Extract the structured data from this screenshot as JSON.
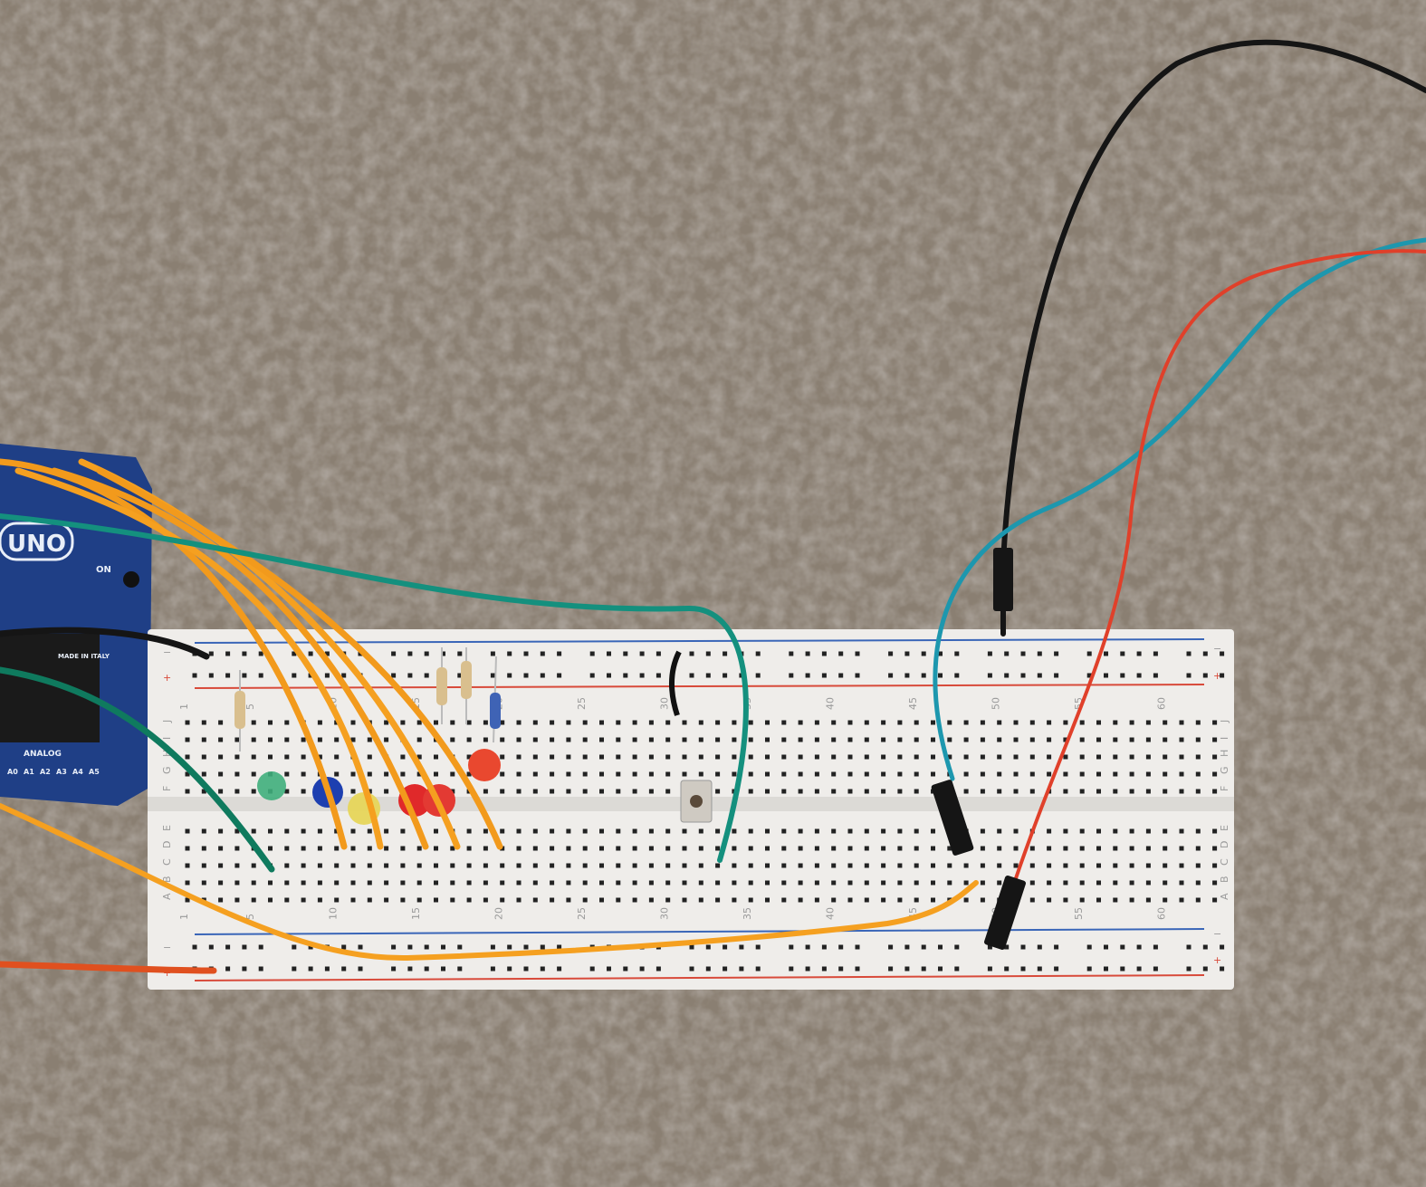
{
  "arduino": {
    "model": "UNO",
    "power_led_label": "ON",
    "origin": "MADE IN ITALY",
    "analog_header": "ANALOG",
    "analog_pins": [
      "A0",
      "A1",
      "A2",
      "A3",
      "A4",
      "A5"
    ]
  },
  "breadboard": {
    "column_numbers": [
      "1",
      "5",
      "10",
      "15",
      "20",
      "25",
      "30",
      "35",
      "40",
      "45",
      "50",
      "55",
      "60"
    ],
    "rows_top": [
      "J",
      "I",
      "H",
      "G",
      "F"
    ],
    "rows_bottom": [
      "E",
      "D",
      "C",
      "B",
      "A"
    ],
    "rail_plus": "+",
    "rail_minus": "−"
  },
  "colors": {
    "carpet": "#6b6157",
    "breadboard": "#efedea",
    "arduino_board": "#1f3f86",
    "wire_orange": "#f29a1c",
    "wire_teal": "#14907e",
    "wire_black": "#151515",
    "wire_red": "#e0402a",
    "wire_cyan": "#1d97ae"
  },
  "leds": [
    "green",
    "blue",
    "yellow",
    "red",
    "red",
    "red"
  ]
}
